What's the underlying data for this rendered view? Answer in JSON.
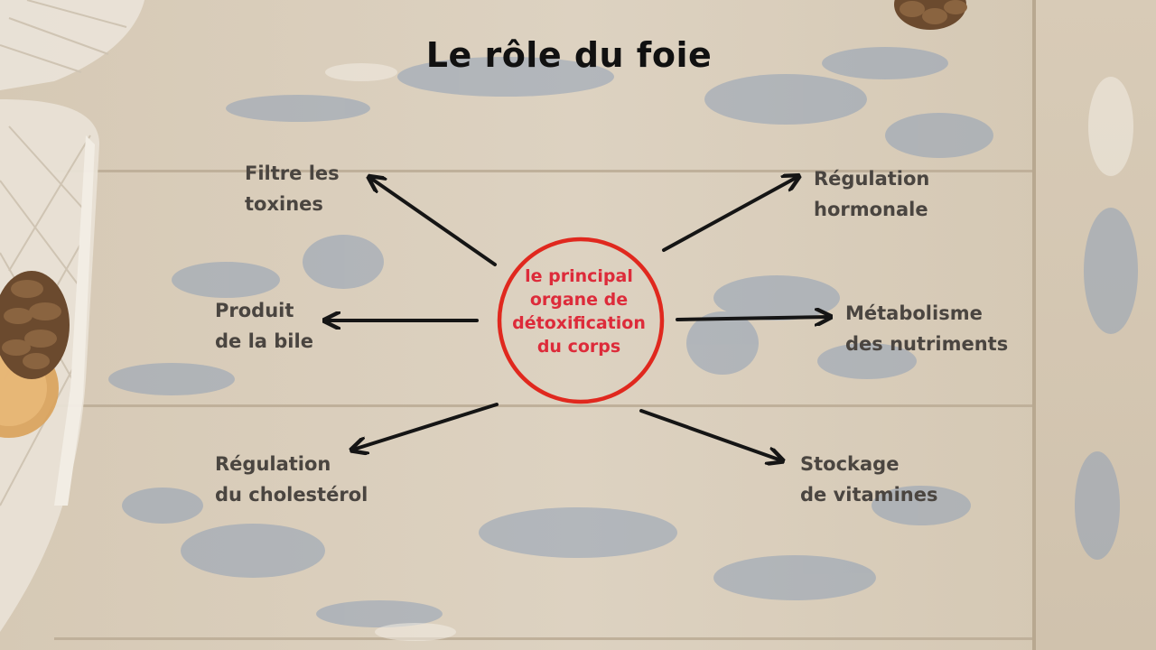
{
  "title": "Le rôle du foie",
  "center": {
    "lines": [
      "le principal",
      "organe de",
      "détoxification",
      "du corps"
    ],
    "color": "#dd2b3a"
  },
  "functions": {
    "filtre": {
      "lines": [
        "Filtre les",
        "toxines"
      ]
    },
    "regulation_hormonale": {
      "lines": [
        "Régulation",
        "hormonale"
      ]
    },
    "bile": {
      "lines": [
        "Produit",
        "de la bile"
      ]
    },
    "metabolisme": {
      "lines": [
        "Métabolisme",
        "des nutriments"
      ]
    },
    "cholesterol": {
      "lines": [
        "Régulation",
        "du cholestérol"
      ]
    },
    "stockage": {
      "lines": [
        "Stockage",
        "de vitamines"
      ]
    }
  },
  "colors": {
    "text": "#4a4540",
    "arrow": "#151515",
    "wood": "#d9cdbb",
    "stain": "#8c9db4"
  }
}
